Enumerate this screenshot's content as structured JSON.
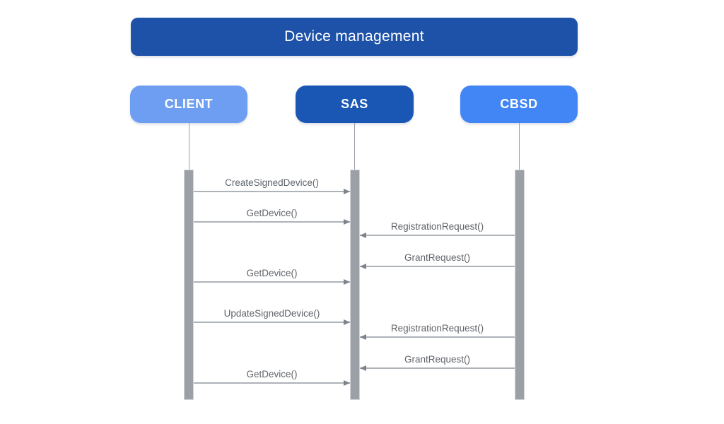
{
  "diagram": {
    "title": "Device management",
    "participants": [
      {
        "id": "client",
        "label": "CLIENT",
        "color": "#6d9ef2"
      },
      {
        "id": "sas",
        "label": "SAS",
        "color": "#1a56b4"
      },
      {
        "id": "cbsd",
        "label": "CBSD",
        "color": "#4285f4"
      }
    ],
    "messages": [
      {
        "label": "CreateSignedDevice()",
        "from": "CLIENT",
        "to": "SAS",
        "direction": "right"
      },
      {
        "label": "GetDevice()",
        "from": "CLIENT",
        "to": "SAS",
        "direction": "right"
      },
      {
        "label": "RegistrationRequest()",
        "from": "CBSD",
        "to": "SAS",
        "direction": "left"
      },
      {
        "label": "GrantRequest()",
        "from": "CBSD",
        "to": "SAS",
        "direction": "left"
      },
      {
        "label": "GetDevice()",
        "from": "CLIENT",
        "to": "SAS",
        "direction": "right"
      },
      {
        "label": "UpdateSignedDevice()",
        "from": "CLIENT",
        "to": "SAS",
        "direction": "right"
      },
      {
        "label": "RegistrationRequest()",
        "from": "CBSD",
        "to": "SAS",
        "direction": "left"
      },
      {
        "label": "GrantRequest()",
        "from": "CBSD",
        "to": "SAS",
        "direction": "left"
      },
      {
        "label": "GetDevice()",
        "from": "CLIENT",
        "to": "SAS",
        "direction": "right"
      }
    ],
    "colors": {
      "title_bar": "#1e52a8",
      "client_box": "#6d9ef2",
      "sas_box": "#1a56b4",
      "cbsd_box": "#4285f4",
      "activation_bar": "#9aa0a6",
      "lifeline": "#9aa0a6",
      "message_text": "#5f6368",
      "arrow_line": "#aeb3b8",
      "arrow_head": "#7d838a",
      "text_on_blue": "#ffffff",
      "background": "#ffffff"
    }
  }
}
